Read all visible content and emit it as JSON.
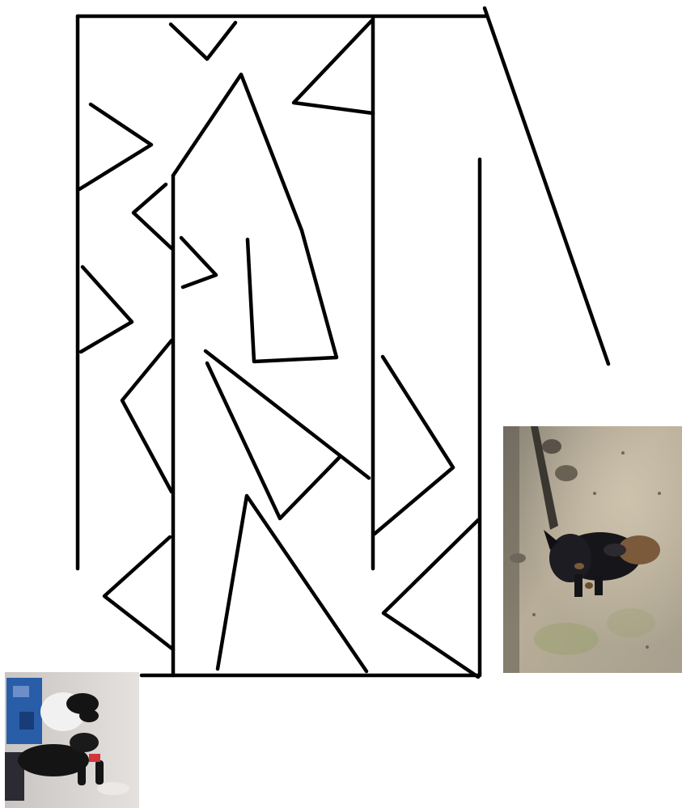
{
  "drawing": {
    "description_name": "line-maze-puzzle",
    "stroke_color": "#000000",
    "background_color": "#ffffff"
  },
  "photos": [
    {
      "name": "dog-on-dirt-ground-photo",
      "palette": {
        "ground_light": "#b8ad97",
        "ground_dark": "#8a8070",
        "dog_black": "#16161a",
        "dog_tan": "#7a5a3a"
      }
    },
    {
      "name": "puppies-on-floor-photo",
      "palette": {
        "floor": "#d9d6d4",
        "blue_object": "#2a5da8",
        "dog_black": "#141414",
        "dog_white": "#f1f1f1",
        "collar_red": "#d0353a"
      }
    }
  ]
}
